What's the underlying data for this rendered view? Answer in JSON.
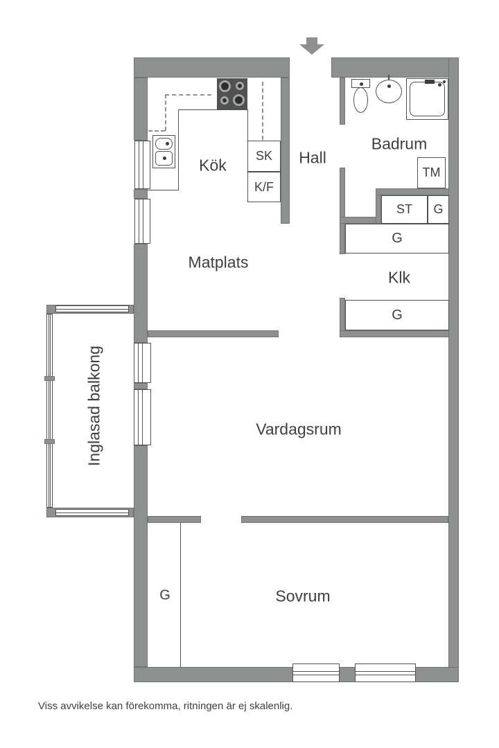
{
  "colors": {
    "wall": "#8c9091",
    "edge": "#707475",
    "line": "#4d5152",
    "text": "#3d3f40",
    "stove": "#4f5152",
    "dash": "#8f9293",
    "bg": "#ffffff"
  },
  "labels": {
    "kitchen": "Kök",
    "hall": "Hall",
    "bathroom": "Badrum",
    "dining": "Matplats",
    "living": "Vardagsrum",
    "closet": "Klk",
    "bedroom": "Sovrum",
    "balcony": "Inglasad balkong",
    "cabinet_sk": "SK",
    "cabinet_kf": "K/F",
    "washer": "TM",
    "cleaning": "ST"
  },
  "wardrobes": [
    "G",
    "G",
    "G",
    "G"
  ],
  "entrance": {
    "icon": "down-arrow"
  },
  "fixtures": [
    "stove",
    "kitchen-sink",
    "toilet",
    "washbasin",
    "shower"
  ],
  "footer": {
    "disclaimer": "Viss avvikelse kan förekomma, ritningen är ej skalenlig."
  }
}
